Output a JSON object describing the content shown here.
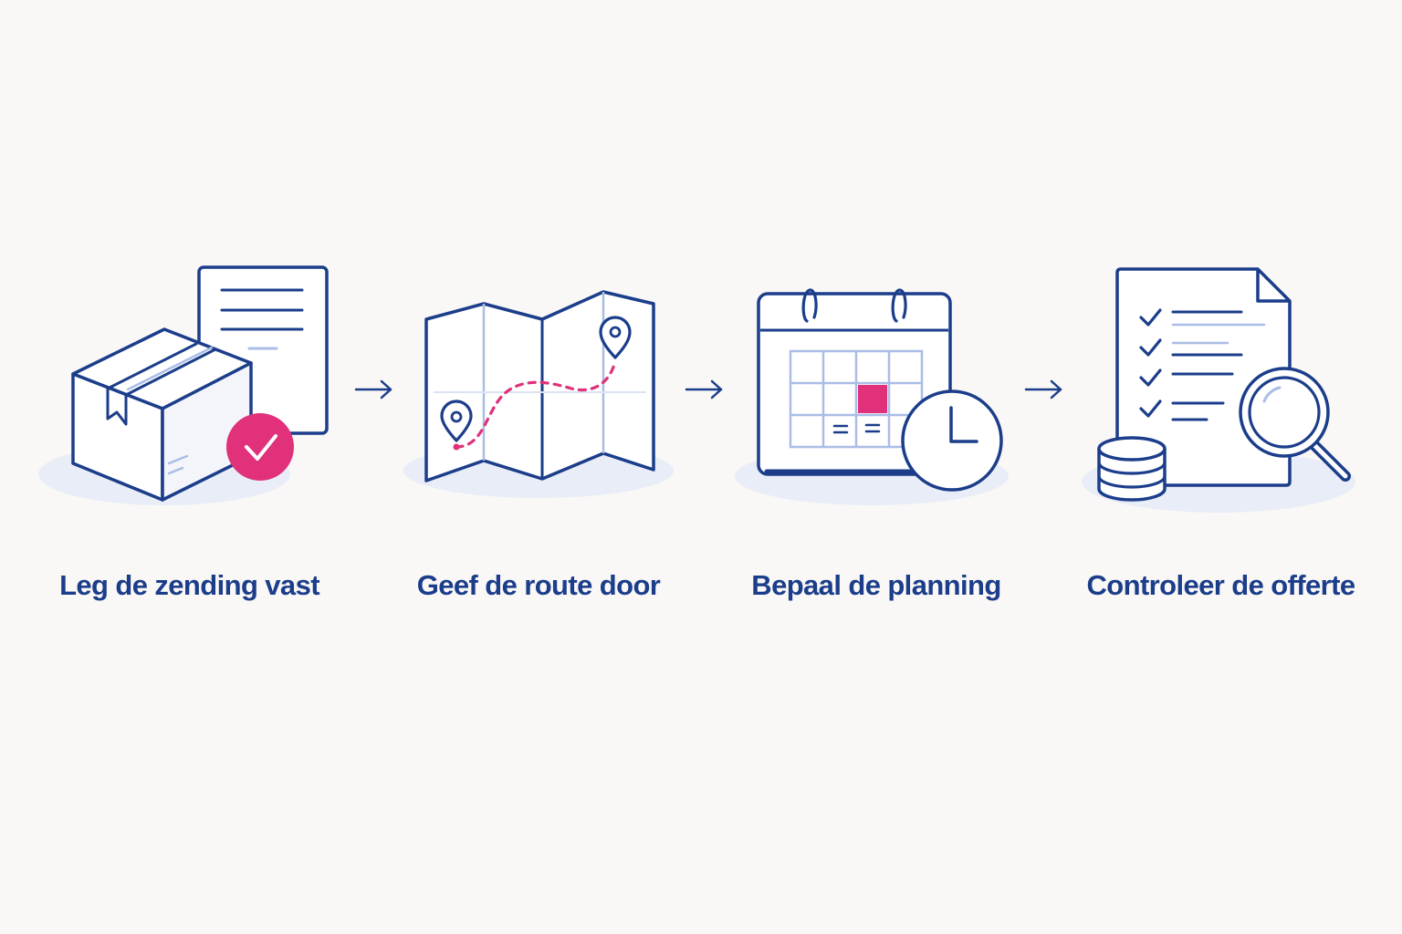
{
  "colors": {
    "background": "#f9f8f6",
    "ink": "#1b3d8a",
    "accent": "#e0317a",
    "soft_blue": "#a9bde6",
    "shadow": "#e9edf7"
  },
  "steps": [
    {
      "label": "Leg de zending vast",
      "icon": "package-with-document-check-icon"
    },
    {
      "label": "Geef de route door",
      "icon": "folded-map-route-icon"
    },
    {
      "label": "Bepaal de planning",
      "icon": "calendar-clock-icon"
    },
    {
      "label": "Controleer de offerte",
      "icon": "quote-checklist-magnifier-coins-icon"
    }
  ],
  "connector_icon": "arrow-right-icon"
}
